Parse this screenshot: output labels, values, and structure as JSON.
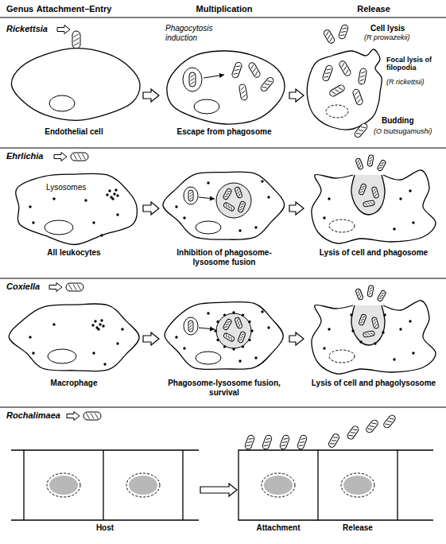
{
  "diagram": {
    "nodes": [
      {
        "text": [
          "Endothelial cell"
        ]
      },
      {
        "text": [
          "Escape from phagosome"
        ]
      },
      {
        "text": [
          "Cell lysis",
          "(R prowazekii)",
          "Focal lysis of filopodia",
          "(R rickettsii)",
          "Budding",
          "(O tsutsugamushi)"
        ]
      },
      {
        "text": [
          "Lysosomes",
          "All leukocytes"
        ]
      },
      {
        "text": [
          "Inhibition of phagosome-lysosome fusion"
        ]
      },
      {
        "text": [
          "Lysis of cell and phagosome"
        ]
      },
      {
        "text": [
          "Macrophage"
        ]
      },
      {
        "text": [
          "Phagosome-lysosome fusion, survival"
        ]
      },
      {
        "text": [
          "Lysis of cell and phagolysosome"
        ]
      },
      {
        "text": [
          "Host"
        ]
      },
      {
        "text": [
          "Attachment"
        ]
      },
      {
        "text": [
          "Release"
        ]
      }
    ],
    "edges": [
      {
        "from": 0,
        "to": 1,
        "arrow": "to"
      },
      {
        "from": 1,
        "to": 2,
        "arrow": "to"
      },
      {
        "from": 3,
        "to": 4,
        "arrow": "to"
      },
      {
        "from": 4,
        "to": 5,
        "arrow": "to"
      },
      {
        "from": 6,
        "to": 7,
        "arrow": "to"
      },
      {
        "from": 7,
        "to": 8,
        "arrow": "to"
      },
      {
        "from": 9,
        "to": 10,
        "arrow": "to"
      }
    ],
    "labels": [
      "Genus",
      "Attachment–Entry",
      "Multiplication",
      "Release",
      "Rickettsia",
      "Phagocytosis induction",
      "Ehrlichia",
      "Coxiella",
      "Rochalimaea"
    ]
  }
}
